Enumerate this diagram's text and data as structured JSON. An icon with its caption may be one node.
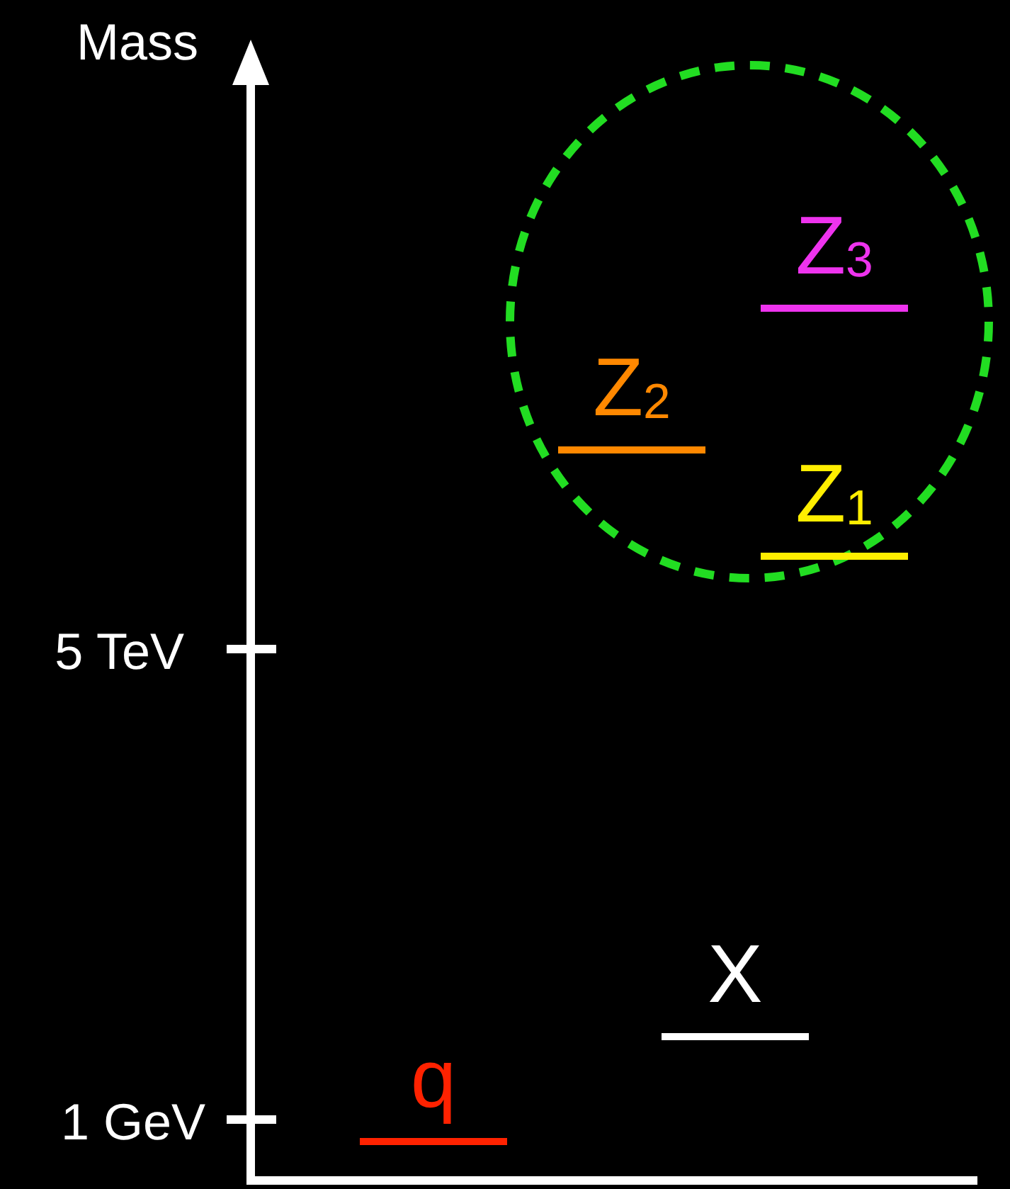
{
  "diagram": {
    "nodes": [
      {
        "text": [],
        "shape": "circle"
      },
      {
        "text": [
          "Z$_{3}$"
        ],
        "in": 0
      },
      {
        "text": [
          "Z$_{2}$"
        ],
        "in": 0
      },
      {
        "text": [
          "Z$_{1}$"
        ],
        "in": 0
      },
      {
        "text": [
          "X"
        ]
      },
      {
        "text": [
          "q"
        ]
      }
    ],
    "labels": [
      "Mass",
      "5 TeV",
      "1 GeV"
    ]
  }
}
